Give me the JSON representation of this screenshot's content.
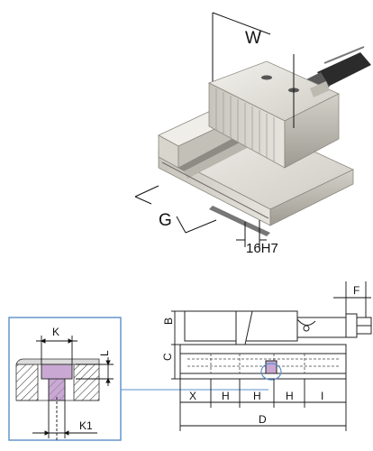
{
  "labels": {
    "W": "W",
    "G": "G",
    "slot": "16H7",
    "F": "F",
    "B": "B",
    "C": "C",
    "X": "X",
    "H1": "H",
    "H2": "H",
    "H3": "H",
    "I": "I",
    "D": "D",
    "K": "K",
    "L": "L",
    "K1": "K1"
  },
  "colors": {
    "body": "#d9d6cf",
    "body_light": "#ecebe6",
    "body_dark": "#a8a59d",
    "handle": "#2b2b2b",
    "inset_border": "#5b8fc9",
    "nut": "#c9a9d4",
    "section": "#bdbdbd"
  }
}
